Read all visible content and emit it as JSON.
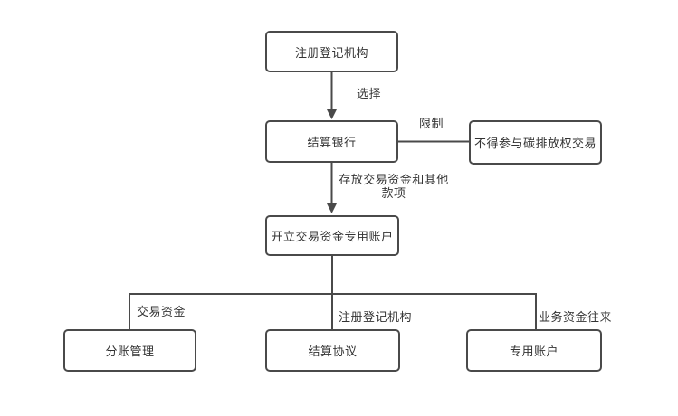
{
  "diagram": {
    "type": "flowchart",
    "background_color": "#ffffff",
    "line_color": "#4a4a4a",
    "text_color": "#333333",
    "nodes": {
      "registry": "注册登记机构",
      "settlement_bank": "结算银行",
      "restriction": "不得参与碳排放权交易",
      "open_account": "开立交易资金专用账户",
      "ledger_management": "分账管理",
      "settlement_agreement": "结算协议",
      "special_account": "专用账户"
    },
    "edge_labels": {
      "select": "选择",
      "restrict": "限制",
      "deposit_line1": "存放交易资金和其他",
      "deposit_line2": "款项",
      "trade_funds": "交易资金",
      "registry_agency": "注册登记机构",
      "business_funds": "业务资金往来"
    }
  }
}
